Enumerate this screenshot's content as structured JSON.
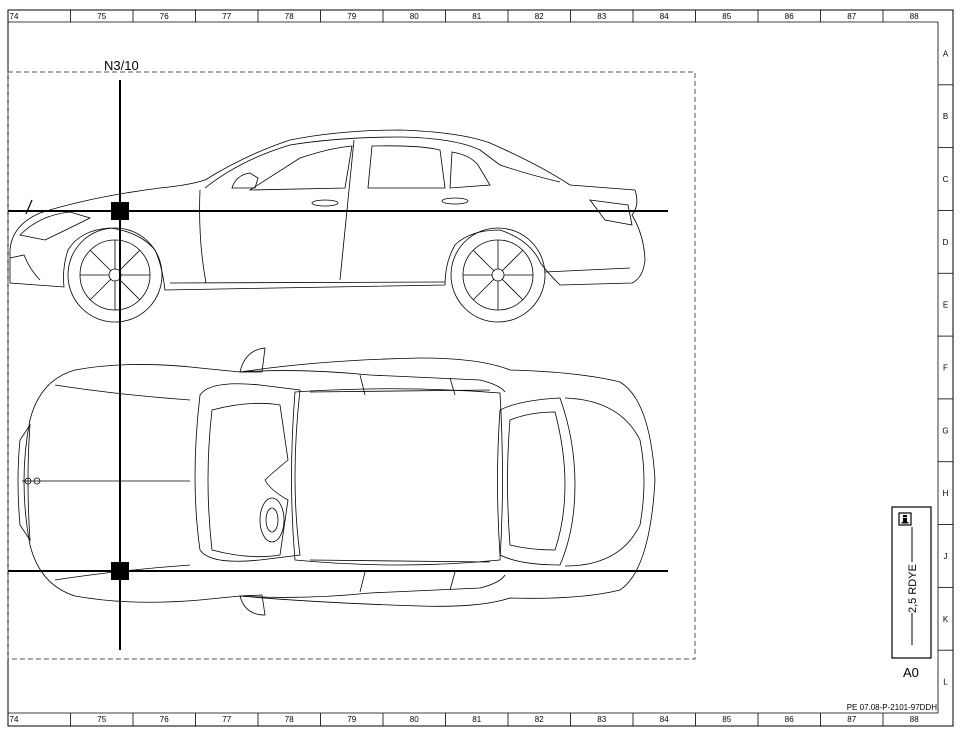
{
  "frame": {
    "column_labels": [
      "74",
      "75",
      "76",
      "77",
      "78",
      "79",
      "80",
      "81",
      "82",
      "83",
      "84",
      "85",
      "86",
      "87",
      "88"
    ],
    "row_labels": [
      "A",
      "B",
      "C",
      "D",
      "E",
      "F",
      "G",
      "H",
      "J",
      "K",
      "L"
    ]
  },
  "diagram": {
    "component_label": "N3/10",
    "info_box": {
      "icon": "info-icon",
      "wire_label": "2,5 RDYE",
      "connector_label": "A0"
    },
    "drawing_number": "PE 07.08-P-2101-97DDH"
  }
}
